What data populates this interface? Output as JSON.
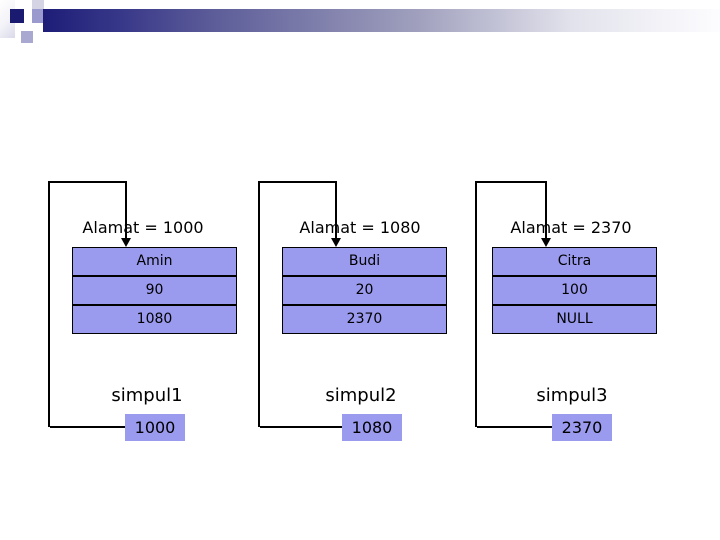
{
  "colors": {
    "accent_navy": "#1d1d78",
    "node_fill_periwinkle": "#9a9aee",
    "line_black": "#000000"
  },
  "nodes": [
    {
      "alamat_label": "Alamat = 1000",
      "fields": [
        "Amin",
        "90",
        "1080"
      ],
      "simpul_label": "simpul1",
      "address_value": "1000"
    },
    {
      "alamat_label": "Alamat = 1080",
      "fields": [
        "Budi",
        "20",
        "2370"
      ],
      "simpul_label": "simpul2",
      "address_value": "1080"
    },
    {
      "alamat_label": "Alamat = 2370",
      "fields": [
        "Citra",
        "100",
        "NULL"
      ],
      "simpul_label": "simpul3",
      "address_value": "2370"
    }
  ]
}
